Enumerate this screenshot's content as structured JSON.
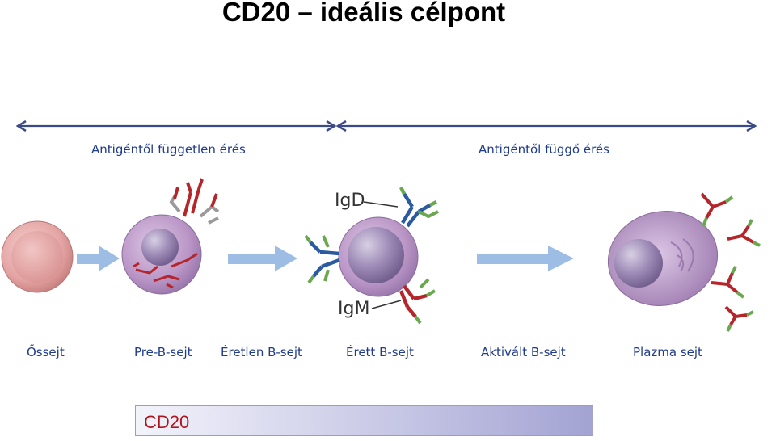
{
  "title": "CD20 – ideális célpont",
  "phases": {
    "independent": "Antigéntől független érés",
    "dependent": "Antigéntől függő érés"
  },
  "stages": [
    {
      "label": "Őssejt"
    },
    {
      "label": "Pre-B-sejt"
    },
    {
      "label": "Éretlen B-sejt"
    },
    {
      "label": "Érett B-sejt"
    },
    {
      "label": "Aktivált B-sejt"
    },
    {
      "label": "Plazma sejt"
    }
  ],
  "annotations": {
    "igd": "IgD",
    "igm": "IgM"
  },
  "bar": {
    "label": "CD20"
  },
  "colors": {
    "text_blue": "#1f3b8c",
    "arrow_blue": "#3a4a86",
    "flow_arrow": "#9dbde4",
    "cell_pink": "#e8a5a5",
    "cell_purple": "#b48cc2",
    "antibody_red": "#b5262b",
    "antibody_blue": "#2c5aa0",
    "antibody_green": "#6aa84f",
    "cd20_red": "#b0141c"
  }
}
